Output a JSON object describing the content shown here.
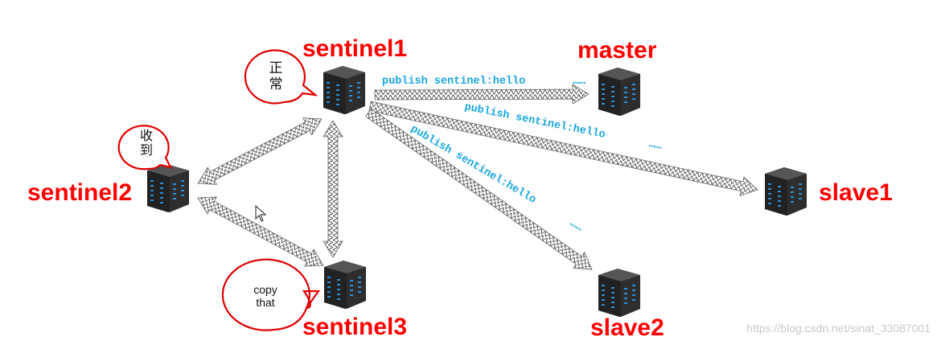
{
  "nodes": {
    "sentinel1": "sentinel1",
    "sentinel2": "sentinel2",
    "sentinel3": "sentinel3",
    "master": "master",
    "slave1": "slave1",
    "slave2": "slave2"
  },
  "bubbles": {
    "sentinel1": [
      "正",
      "常"
    ],
    "sentinel2": [
      "收",
      "到"
    ],
    "sentinel3": [
      "copy",
      "that"
    ]
  },
  "messages": {
    "to_master": "publish sentinel:hello",
    "to_slave1": "publish sentinel:hello",
    "to_slave2": "publish sentinel:hello",
    "ellipsis": "……"
  },
  "watermark": "https://blog.csdn.net/sinat_33087001",
  "colors": {
    "label": "#ff0000",
    "message": "#19a6e0",
    "bubble_stroke": "#e00000",
    "arrow": "#555555",
    "server_body": "#2b2b2b",
    "server_led": "#2a8fd8"
  },
  "icons": {
    "server": "server-rack-icon",
    "arrow": "zigzag-arrow",
    "cursor": "mouse-cursor-icon"
  }
}
